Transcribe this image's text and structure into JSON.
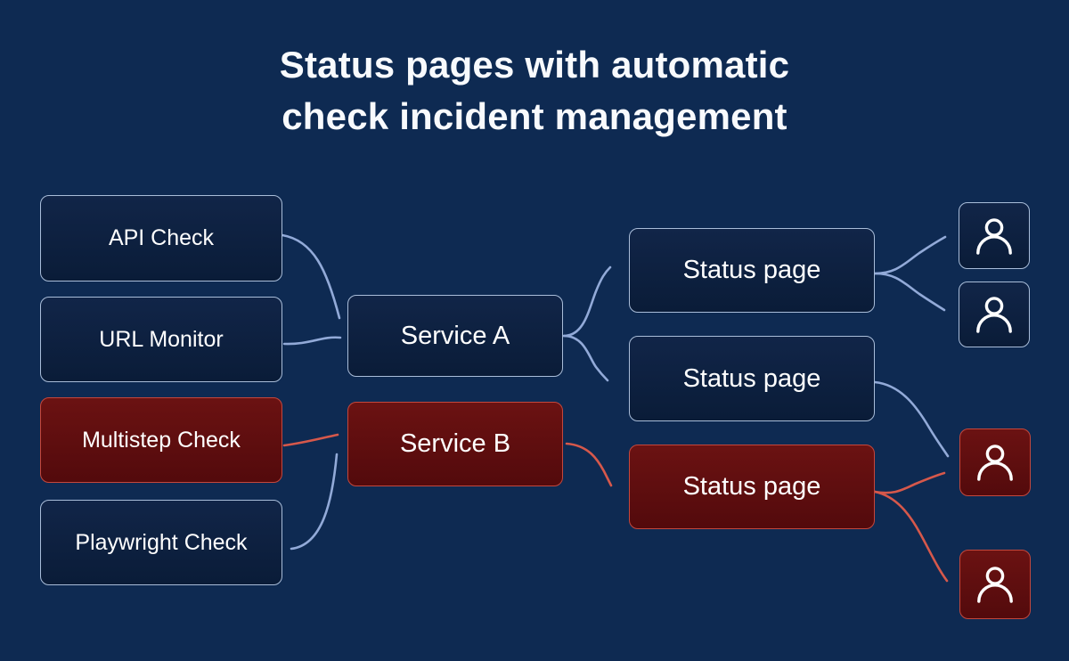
{
  "title": {
    "line1": "Status pages with automatic",
    "line2": "check incident management"
  },
  "checks": [
    {
      "label": "API Check",
      "variant": "navy"
    },
    {
      "label": "URL Monitor",
      "variant": "navy"
    },
    {
      "label": "Multistep Check",
      "variant": "red"
    },
    {
      "label": "Playwright Check",
      "variant": "navy"
    }
  ],
  "services": [
    {
      "label": "Service A",
      "variant": "navy"
    },
    {
      "label": "Service B",
      "variant": "red"
    }
  ],
  "status_pages": [
    {
      "label": "Status page",
      "variant": "navy"
    },
    {
      "label": "Status page",
      "variant": "navy"
    },
    {
      "label": "Status page",
      "variant": "red"
    }
  ],
  "subscribers": [
    {
      "icon": "user-icon",
      "variant": "navy"
    },
    {
      "icon": "user-icon",
      "variant": "navy"
    },
    {
      "icon": "user-icon",
      "variant": "red"
    },
    {
      "icon": "user-icon",
      "variant": "red"
    }
  ],
  "colors": {
    "background": "#0e2a52",
    "arrow_blue": "#92aad8",
    "arrow_red": "#d6584b",
    "node_navy_top": "#112548",
    "node_navy_bottom": "#0a1c38",
    "node_navy_border": "#a9bdd9",
    "node_red_top": "#6b1212",
    "node_red_bottom": "#530a0c",
    "node_red_border": "#c4473c",
    "text": "#ffffff"
  }
}
